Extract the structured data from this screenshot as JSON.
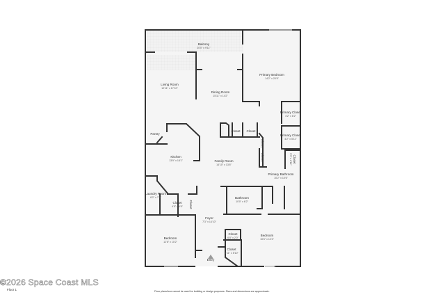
{
  "rooms": {
    "balcony": {
      "name": "Balcony",
      "dim": "20'0\" x 9'11\""
    },
    "living": {
      "name": "Living Room",
      "dim": "12'11\" x 17'10\""
    },
    "dining": {
      "name": "Dining Room",
      "dim": "15'11\" x 14'2\""
    },
    "primary_bedroom": {
      "name": "Primary Bedroom",
      "dim": "14'2\" x 20'9\""
    },
    "primary_closet_1": {
      "name": "Primary Closet",
      "dim": "4'2\" x 6'2\""
    },
    "primary_closet_2": {
      "name": "Primary Closet",
      "dim": "4'2\" x 5'11\""
    },
    "closet_side": {
      "name": "Closet",
      "dim": "5'9\" x 2'11\""
    },
    "pantry": {
      "name": "Pantry"
    },
    "kitchen": {
      "name": "Kitchen",
      "dim": "13'9\" x 18'1\""
    },
    "family": {
      "name": "Family Room",
      "dim": "14'10\" x 13'6\""
    },
    "closet_a": {
      "name": "Closet"
    },
    "closet_b": {
      "name": "Closet"
    },
    "closet_c": {
      "name": "Closet"
    },
    "closet_d": {
      "name": "Closet"
    },
    "primary_bath": {
      "name": "Primary Bathroom",
      "dim": "10'2\" x 10'6\""
    },
    "laundry": {
      "name": "Laundry Room",
      "dim": "6'2\" x 7'9\""
    },
    "closet_laundry": {
      "name": "Closet",
      "dim": "4'5\" x 4'9\""
    },
    "closet_laundry_v": {
      "name": "Closet"
    },
    "bathroom": {
      "name": "Bathroom",
      "dim": "10'0\" x 6'2\""
    },
    "foyer": {
      "name": "Foyer",
      "dim": "7'3\" x 14'10\""
    },
    "bedroom_left": {
      "name": "Bedroom",
      "dim": "12'6\" x 10'2\""
    },
    "closet_small": {
      "name": "Closet",
      "dim": "6'8\" x 2'0\""
    },
    "bedroom_right": {
      "name": "Bedroom",
      "dim": "10'6\" x 12'4\""
    },
    "closet_bottom": {
      "name": "Closet",
      "dim": "4'11\" x 5'10\""
    },
    "entry": {
      "name": "Entry"
    }
  },
  "footer": {
    "floor": "Floor 1",
    "disclaimer": "Floor plans/tour cannot be used for building or design purposes. Sizes and dimensions are approximate.",
    "watermark": "©2026 Space Coast MLS"
  },
  "colors": {
    "wall": "#333333",
    "floor": "#f4f4f4"
  }
}
